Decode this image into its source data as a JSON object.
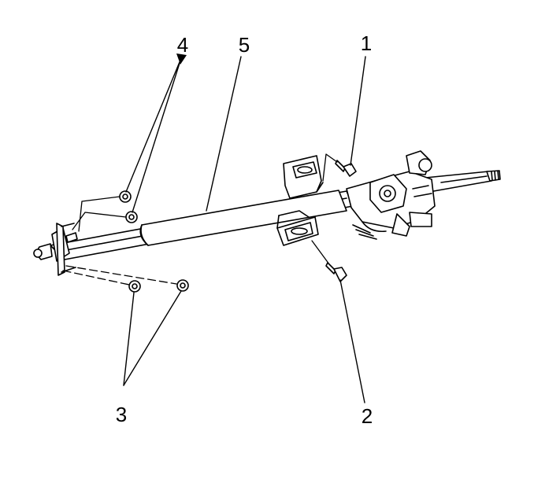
{
  "diagram": {
    "callouts": [
      {
        "id": "c1",
        "label": "1"
      },
      {
        "id": "c2",
        "label": "2"
      },
      {
        "id": "c3",
        "label": "3"
      },
      {
        "id": "c4",
        "label": "4"
      },
      {
        "id": "c5",
        "label": "5"
      }
    ],
    "colors": {
      "line": "#000000",
      "background": "#ffffff"
    }
  }
}
